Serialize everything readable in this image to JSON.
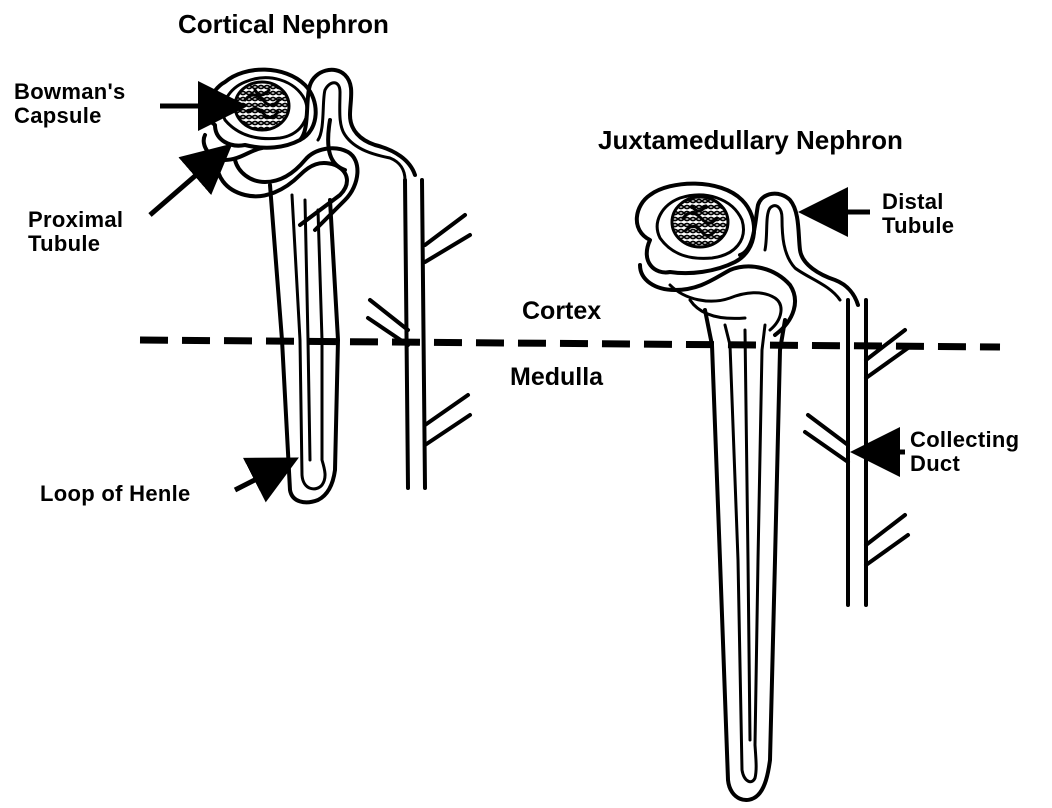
{
  "titles": {
    "cortical": "Cortical Nephron",
    "juxtamedullary": "Juxtamedullary Nephron"
  },
  "zones": {
    "cortex": "Cortex",
    "medulla": "Medulla"
  },
  "labels": {
    "bowmans_capsule": [
      "Bowman's",
      "Capsule"
    ],
    "proximal_tubule": [
      "Proximal",
      "Tubule"
    ],
    "loop_of_henle": "Loop of Henle",
    "distal_tubule": [
      "Distal",
      "Tubule"
    ],
    "collecting_duct": [
      "Collecting",
      "Duct"
    ]
  },
  "colors": {
    "ink": "#000000",
    "background": "#ffffff"
  }
}
